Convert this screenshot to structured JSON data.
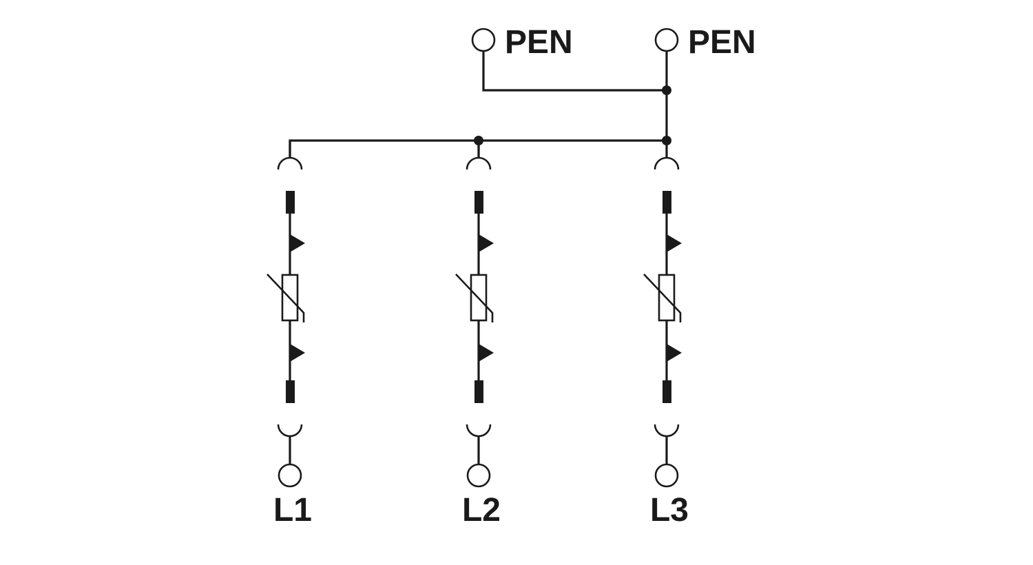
{
  "labels": {
    "pen_left": "PEN",
    "pen_right": "PEN",
    "l1": "L1",
    "l2": "L2",
    "l3": "L3"
  },
  "colors": {
    "line": "#1a1a1a",
    "background": "#ffffff"
  },
  "components": {
    "branch_count": 3,
    "branch_element": "varistor"
  }
}
